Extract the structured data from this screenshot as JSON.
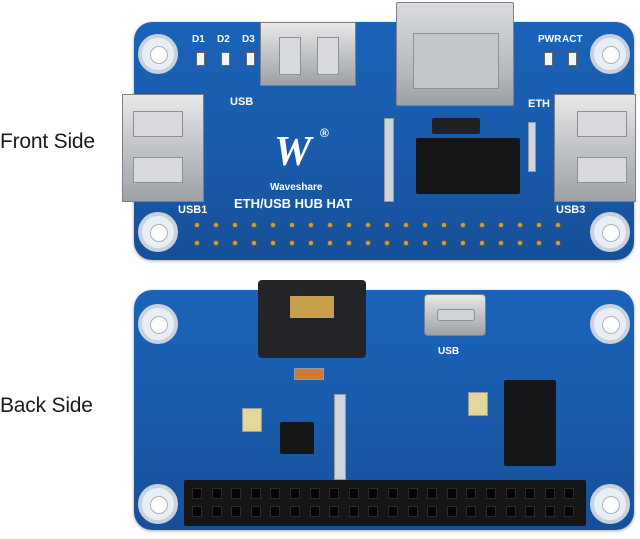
{
  "labels": {
    "front": "Front Side",
    "back": "Back Side"
  },
  "front_board": {
    "silk_d1": "D1",
    "silk_d2": "D2",
    "silk_d3": "D3",
    "silk_pwr": "PWR",
    "silk_act": "ACT",
    "silk_usb": "USB",
    "silk_eth": "ETH",
    "silk_usb1": "USB1",
    "silk_usb3": "USB3",
    "brand": "Waveshare",
    "title": "ETH/USB HUB HAT",
    "logo_mark": "W",
    "registered": "®"
  },
  "back_board": {
    "silk_usb": "USB"
  },
  "colors": {
    "pcb_blue": "#1a5aa9",
    "silk_white": "#ffffff",
    "gold": "#c9a14a",
    "header_black": "#151515"
  }
}
